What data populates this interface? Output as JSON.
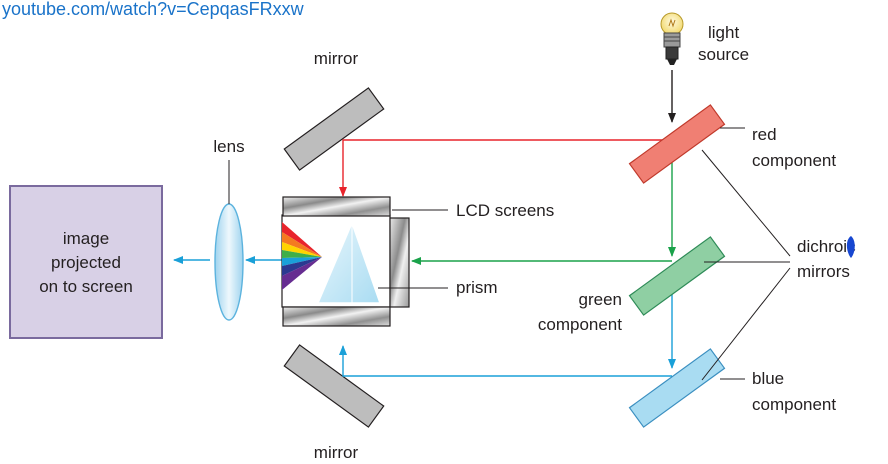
{
  "url_text": "youtube.com/watch?v=CepqasFRxxw",
  "labels": {
    "mirror_top": "mirror",
    "mirror_bottom": "mirror",
    "light_line1": "light",
    "light_line2": "source",
    "lens": "lens",
    "lcd": "LCD screens",
    "prism": "prism",
    "red_line1": "red",
    "red_line2": "component",
    "green_line1": "green",
    "green_line2": "component",
    "blue_line1": "blue",
    "blue_line2": "component",
    "dichroic_line1": "dichroic",
    "dichroic_line2": "mirrors",
    "screen_line1": "image",
    "screen_line2": "projected",
    "screen_line3": "on to screen"
  },
  "colors": {
    "red_beam": "#e8242c",
    "green_beam": "#1aa24a",
    "blue_beam": "#1aa0d8",
    "url": "#1a73c9",
    "screen_fill": "#d8d0e6",
    "screen_border": "#7a6a9e"
  }
}
